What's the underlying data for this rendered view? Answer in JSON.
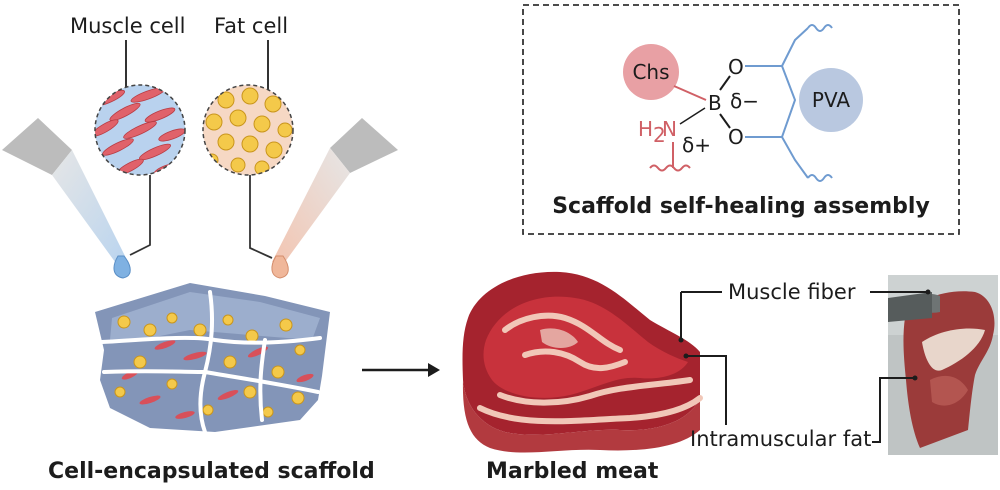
{
  "labels": {
    "muscle_cell": "Muscle cell",
    "fat_cell": "Fat cell",
    "muscle_fiber": "Muscle fiber",
    "intramuscular_fat": "Intramuscular fat"
  },
  "captions": {
    "scaffold": "Cell-encapsulated scaffold",
    "meat": "Marbled meat",
    "assembly": "Scaffold self-healing assembly"
  },
  "chem": {
    "chs": "Chs",
    "pva": "PVA",
    "boron": "B",
    "oxygen_top": "O",
    "oxygen_bottom": "O",
    "delta_minus": "δ−",
    "amine_h": "H",
    "amine_sub": "2",
    "amine_n": "N",
    "delta_plus": "δ+"
  },
  "colors": {
    "muscle": "#c8323c",
    "muscle_light": "#f2a6a4",
    "fat": "#f4c94a",
    "fat_bg": "#f6d8c4",
    "scaffold_blue": "#7f93b8",
    "chs_pink": "#e8a0a4",
    "pva_blue": "#b9c8e0",
    "bond_red": "#d06066",
    "bond_blue": "#6f9bd0"
  }
}
